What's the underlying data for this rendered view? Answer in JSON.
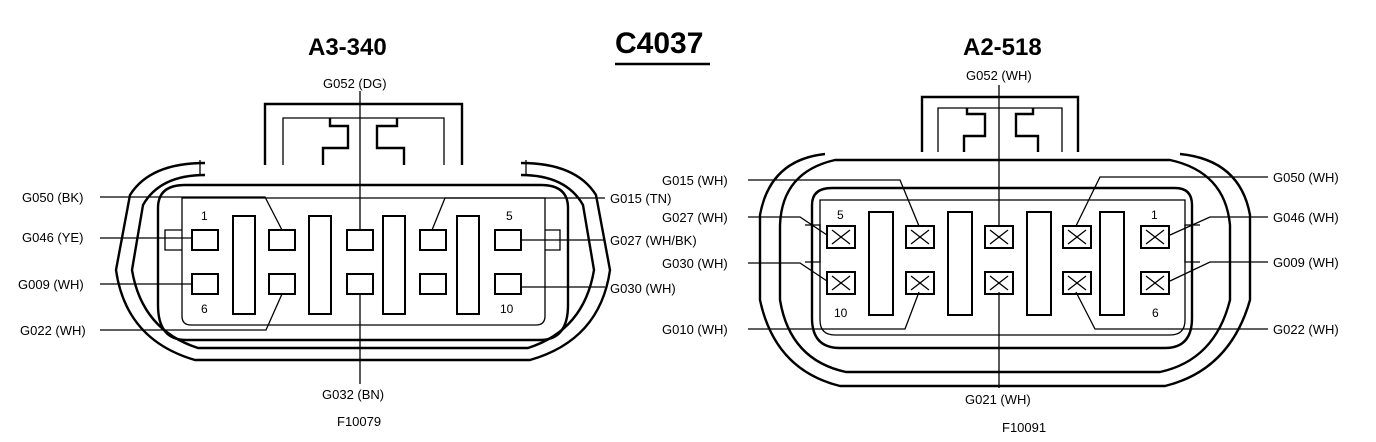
{
  "title": "C4037",
  "connectors": [
    {
      "name": "A3-340",
      "figure_id": "F10079",
      "top_label": "G052 (DG)",
      "bottom_label": "G032 (BN)",
      "pin_numbers": {
        "p1": "1",
        "p5": "5",
        "p6": "6",
        "p10": "10"
      },
      "left_labels": [
        "G050 (BK)",
        "G046 (YE)",
        "G009 (WH)",
        "G022 (WH)"
      ],
      "right_labels": [
        "G015 (TN)",
        "G027 (WH/BK)",
        "G030 (WH)"
      ]
    },
    {
      "name": "A2-518",
      "figure_id": "F10091",
      "top_label": "G052 (WH)",
      "bottom_label": "G021 (WH)",
      "pin_numbers": {
        "p1": "1",
        "p5": "5",
        "p6": "6",
        "p10": "10"
      },
      "left_labels": [
        "G015 (WH)",
        "G027 (WH)",
        "G030 (WH)",
        "G010 (WH)"
      ],
      "right_labels": [
        "G050 (WH)",
        "G046 (WH)",
        "G009 (WH)",
        "G022 (WH)"
      ]
    }
  ]
}
